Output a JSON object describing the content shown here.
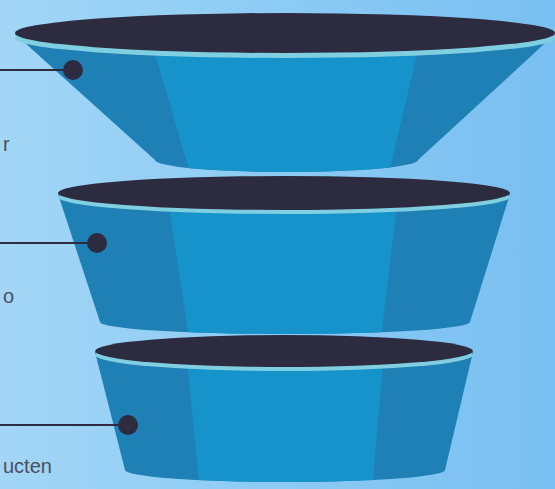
{
  "diagram": {
    "labels": [
      "r",
      "o",
      "ucten"
    ]
  }
}
